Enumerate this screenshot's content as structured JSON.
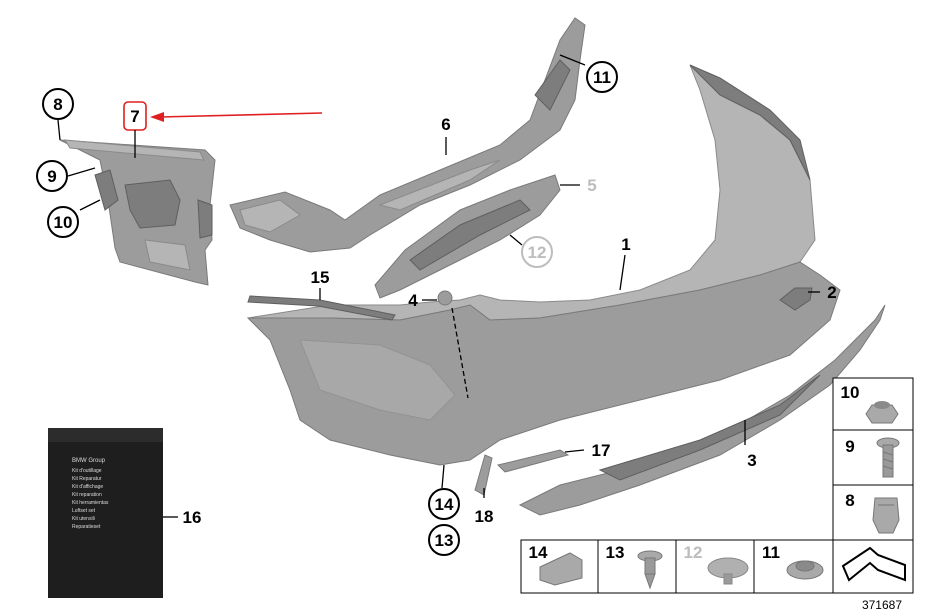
{
  "diagram": {
    "id": "371687",
    "callouts": {
      "c1": "1",
      "c2": "2",
      "c3": "3",
      "c4": "4",
      "c5": "5",
      "c6": "6",
      "c7": "7",
      "c8": "8",
      "c9": "9",
      "c10": "10",
      "c11": "11",
      "c12": "12",
      "c13": "13",
      "c14": "14",
      "c15": "15",
      "c16": "16",
      "c17": "17",
      "c18": "18"
    },
    "table": {
      "r1": "10",
      "r2": "9",
      "r3": "8",
      "b14": "14",
      "b13": "13",
      "b12": "12",
      "b11": "11"
    },
    "bag": {
      "brand": "BMW Group",
      "lines": [
        "Kit d'outillage",
        "Kit Reparatur",
        "Kit d'affichage",
        "Kit reparation",
        "Kit herramientas",
        "Luftset set",
        "Kit utensili",
        "Reparatieset"
      ]
    },
    "colors": {
      "highlight": "#e02020",
      "part": "#9c9c9c",
      "muted": "#bdbdbd"
    }
  }
}
